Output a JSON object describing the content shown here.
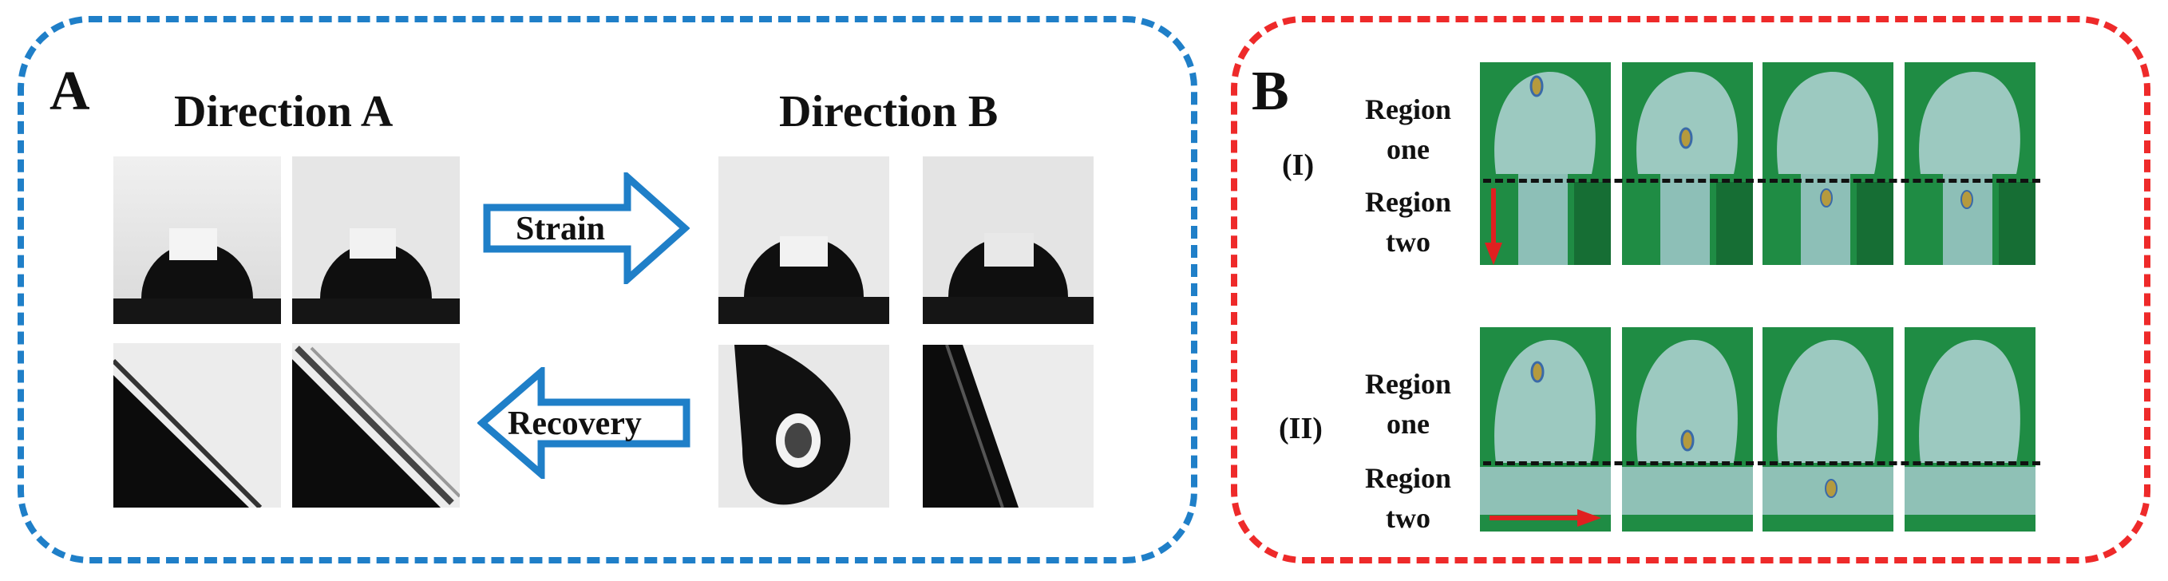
{
  "panel_a": {
    "letter": "A",
    "direction_a": "Direction A",
    "direction_b": "Direction B",
    "strain_label": "Strain",
    "recovery_label": "Recovery",
    "border_color": "#1f7fc8"
  },
  "panel_b": {
    "letter": "B",
    "row1_label": "(I)",
    "row2_label": "(II)",
    "region_one": [
      "Region",
      "one"
    ],
    "region_two": [
      "Region",
      "two"
    ],
    "border_color": "#ee2a2a"
  }
}
